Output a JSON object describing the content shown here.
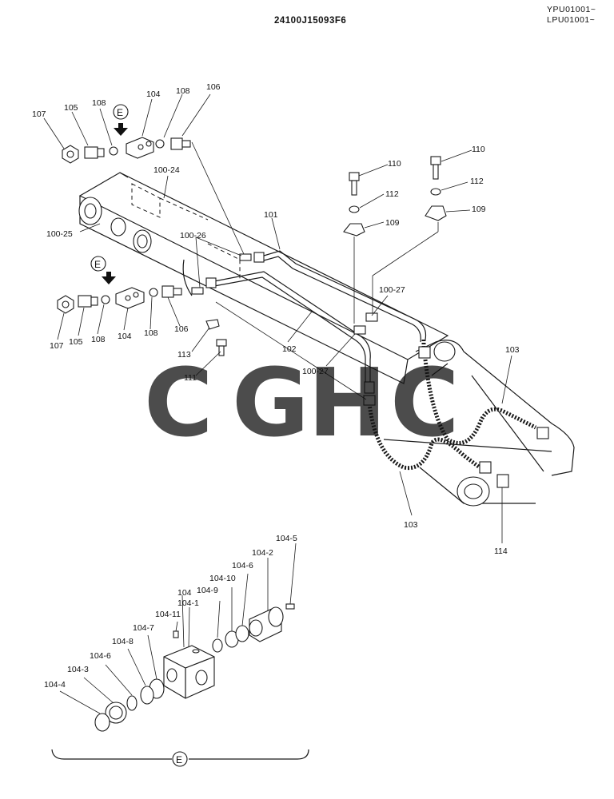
{
  "header": {
    "drawing_no": "24100J15093F6",
    "serial_1": "YPU01001~",
    "serial_2": "LPU01001~"
  },
  "watermark": {
    "letters": [
      "C",
      "G",
      "H",
      "C"
    ],
    "colors": [
      "#4285f4",
      "#ea4335",
      "#fbbc05",
      "#34a853"
    ]
  },
  "view_marker": "E",
  "labels": {
    "p107": "107",
    "p105": "105",
    "p108": "108",
    "p104": "104",
    "p106": "106",
    "p100_24": "100-24",
    "p100_25": "100-25",
    "p100_26": "100-26",
    "p100_27": "100-27",
    "p101": "101",
    "p102": "102",
    "p103": "103",
    "p109": "109",
    "p110": "110",
    "p111": "111",
    "p112": "112",
    "p113": "113",
    "p114": "114",
    "p104_1": "104-1",
    "p104_2": "104-2",
    "p104_3": "104-3",
    "p104_4": "104-4",
    "p104_5": "104-5",
    "p104_6": "104-6",
    "p104_7": "104-7",
    "p104_8": "104-8",
    "p104_9": "104-9",
    "p104_10": "104-10",
    "p104_11": "104-11"
  }
}
